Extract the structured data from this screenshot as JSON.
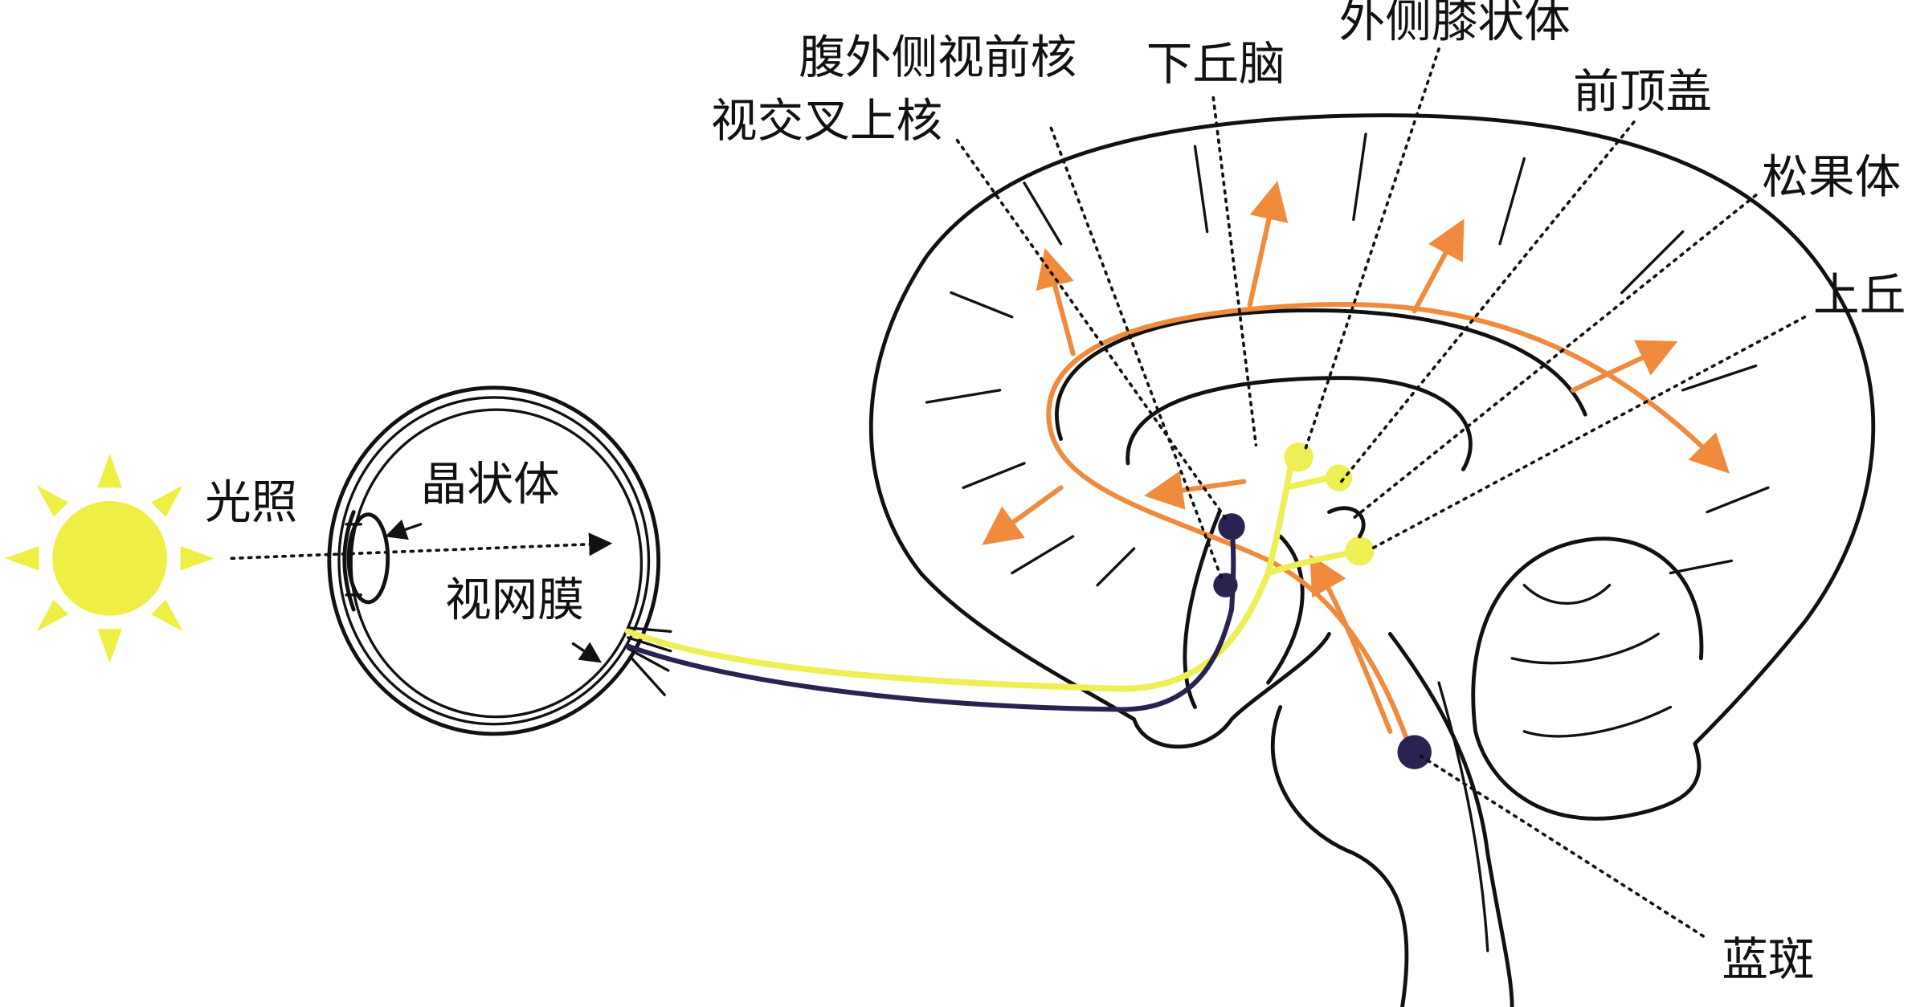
{
  "labels": {
    "light": "光照",
    "lens": "晶状体",
    "retina": "视网膜",
    "vlpo": "腹外侧视前核",
    "scn": "视交叉上核",
    "hypothalamus": "下丘脑",
    "lgn": "外侧膝状体",
    "pretectum": "前顶盖",
    "pineal": "松果体",
    "superior_colliculus": "上丘",
    "locus_coeruleus": "蓝斑"
  },
  "colors": {
    "sun": "#eeee44",
    "retinal_pathway": "#eeee55",
    "rht_pathway": "#2a2250",
    "noradrenergic": "#f08a3c",
    "outline": "#111111"
  }
}
